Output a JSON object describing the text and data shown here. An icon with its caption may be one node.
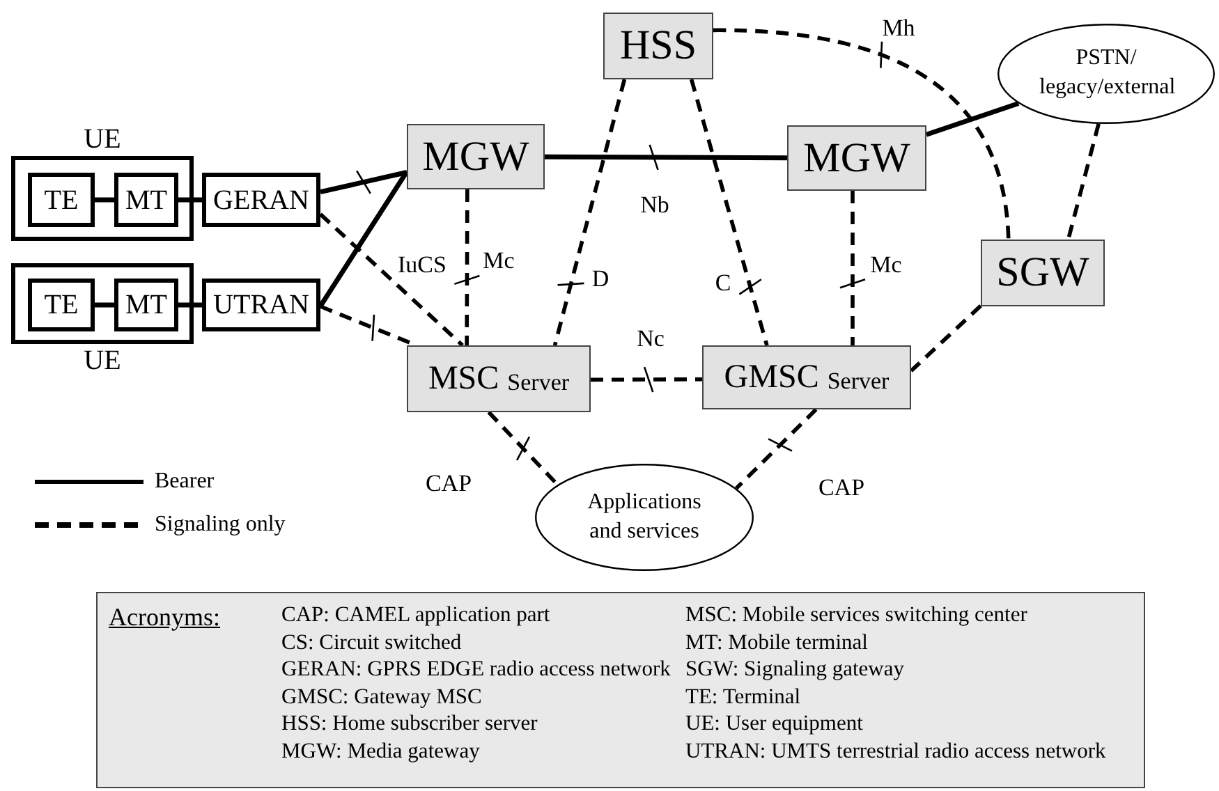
{
  "diagram": {
    "nodes": [
      {
        "text": [
          "UE"
        ]
      },
      {
        "text": [
          "TE"
        ],
        "in": 0
      },
      {
        "text": [
          "MT"
        ],
        "in": 0
      },
      {
        "text": [
          "GERAN"
        ]
      },
      {
        "text": [
          "UE"
        ]
      },
      {
        "text": [
          "TE"
        ],
        "in": 4
      },
      {
        "text": [
          "MT"
        ],
        "in": 4
      },
      {
        "text": [
          "UTRAN"
        ]
      },
      {
        "text": [
          "HSS"
        ]
      },
      {
        "text": [
          "MGW"
        ]
      },
      {
        "text": [
          "MGW"
        ]
      },
      {
        "text": [
          "PSTN/ legacy/external"
        ]
      },
      {
        "text": [
          "SGW"
        ]
      },
      {
        "text": [
          "MSC",
          "Server"
        ]
      },
      {
        "text": [
          "GMSC",
          "Server"
        ]
      },
      {
        "text": [
          "Applications and services"
        ]
      },
      {
        "text": [
          "Acronyms:",
          "CAP: CAMEL application part",
          "CS: Circuit switched",
          "GERAN: GPRS EDGE radio access network",
          "GMSC: Gateway MSC",
          "HSS: Home subscriber server",
          "MGW: Media gateway",
          "MSC: Mobile services switching center",
          "MT: Mobile terminal",
          "SGW: Signaling gateway",
          "TE: Terminal",
          "UE: User equipment",
          "UTRAN: UMTS terrestrial radio access network"
        ]
      }
    ],
    "edges": [
      {
        "from": 1,
        "to": 2,
        "arrow": "none"
      },
      {
        "from": 2,
        "to": 3,
        "arrow": "none"
      },
      {
        "from": 5,
        "to": 6,
        "arrow": "none"
      },
      {
        "from": 6,
        "to": 7,
        "arrow": "none"
      },
      {
        "from": 3,
        "to": 9,
        "arrow": "none"
      },
      {
        "from": 7,
        "to": 9,
        "arrow": "none"
      },
      {
        "from": 3,
        "to": 13,
        "arrow": "none",
        "style": "dashed"
      },
      {
        "from": 7,
        "to": 13,
        "arrow": "none",
        "style": "dashed"
      },
      {
        "from": 9,
        "to": 10,
        "arrow": "none",
        "label": "Nb"
      },
      {
        "from": 10,
        "to": 11,
        "arrow": "none"
      },
      {
        "from": 9,
        "to": 13,
        "arrow": "none",
        "style": "dashed",
        "label": "Mc"
      },
      {
        "from": 8,
        "to": 13,
        "arrow": "none",
        "style": "dashed",
        "label": "D"
      },
      {
        "from": 8,
        "to": 14,
        "arrow": "none",
        "style": "dashed",
        "label": "C"
      },
      {
        "from": 10,
        "to": 14,
        "arrow": "none",
        "style": "dashed",
        "label": "Mc"
      },
      {
        "from": 13,
        "to": 14,
        "arrow": "none",
        "style": "dashed",
        "label": "Nc"
      },
      {
        "from": 8,
        "to": 12,
        "arrow": "none",
        "style": "dashed",
        "label": "Mh"
      },
      {
        "from": 11,
        "to": 12,
        "arrow": "none",
        "style": "dashed"
      },
      {
        "from": 12,
        "to": 14,
        "arrow": "none",
        "style": "dashed"
      },
      {
        "from": 13,
        "to": 15,
        "arrow": "none",
        "style": "dashed",
        "label": "CAP"
      },
      {
        "from": 14,
        "to": 15,
        "arrow": "none",
        "style": "dashed",
        "label": "CAP"
      }
    ],
    "labels": [
      "IuCS"
    ],
    "legend": [
      {
        "text": "Bearer"
      },
      {
        "text": "Signaling only"
      }
    ]
  }
}
